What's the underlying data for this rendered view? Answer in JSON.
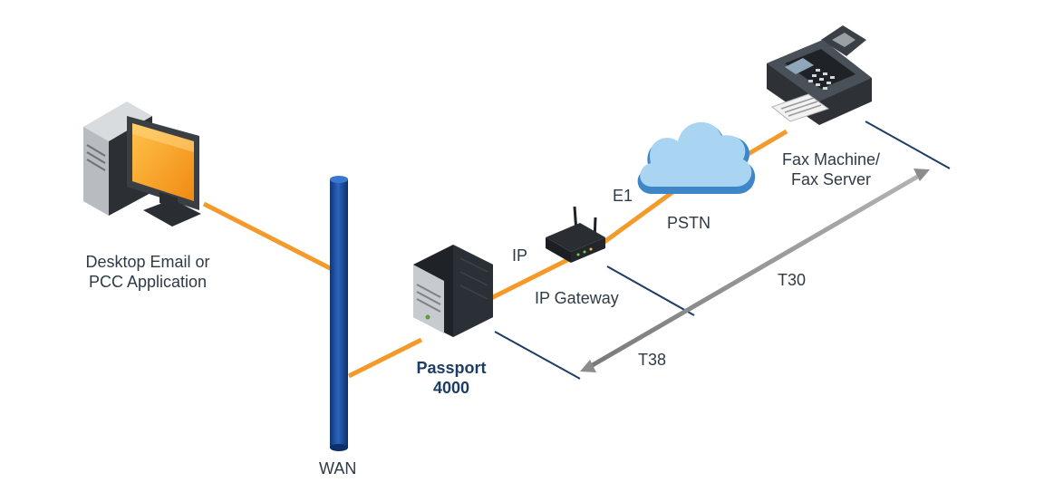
{
  "labels": {
    "desktop_line1": "Desktop Email or",
    "desktop_line2": "PCC Application",
    "wan": "WAN",
    "passport_line1": "Passport",
    "passport_line2": "4000",
    "ip": "IP",
    "ip_gateway": "IP Gateway",
    "e1": "E1",
    "pstn": "PSTN",
    "fax_line1": "Fax Machine/",
    "fax_line2": "Fax Server",
    "t30": "T30",
    "t38": "T38"
  },
  "colors": {
    "link_line": "#f39a2a",
    "wan_pipe": "#1b4fa0",
    "cloud": "#a9d4f2",
    "cloud_edge": "#3f86c8",
    "arrow": "#8c8c8c",
    "marker_line": "#1d3d66",
    "label_text": "#2e3a46"
  },
  "icons": [
    "desktop-computer-icon",
    "server-tower-icon",
    "router-icon",
    "cloud-icon",
    "fax-machine-icon"
  ]
}
